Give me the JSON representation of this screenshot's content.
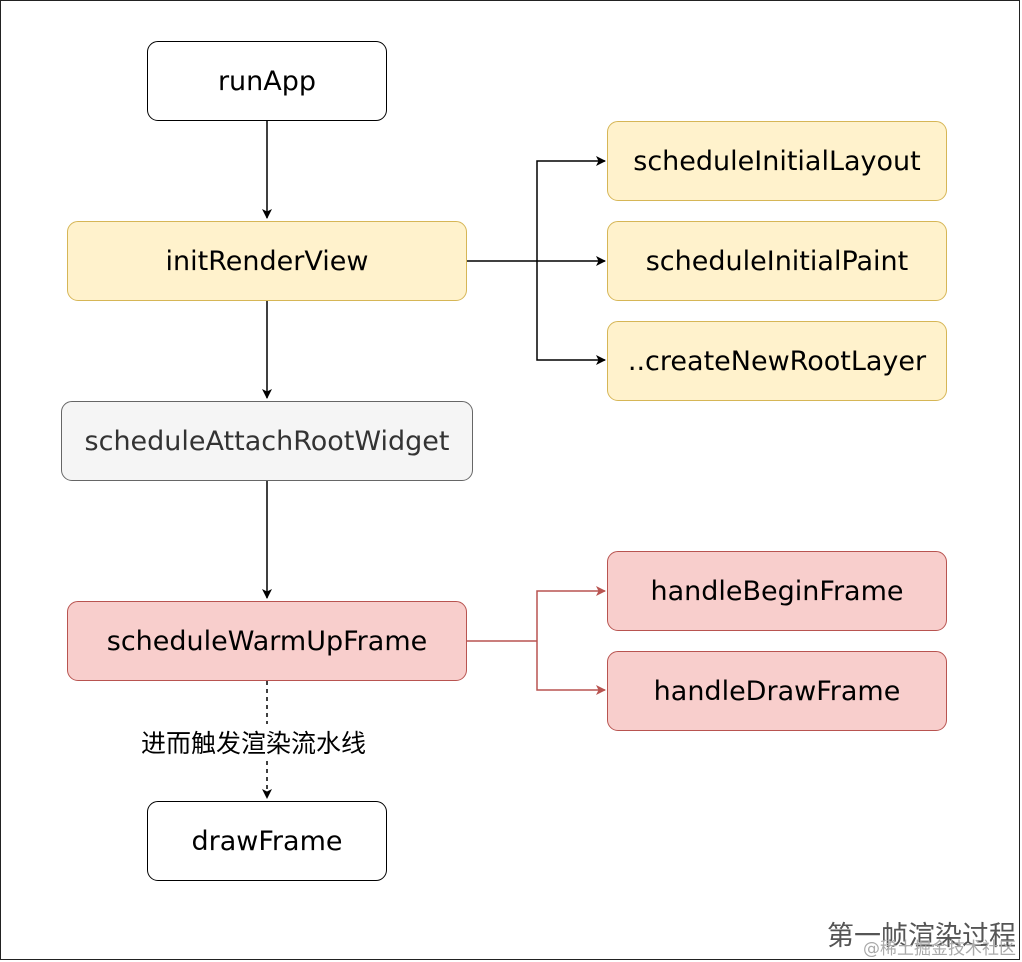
{
  "nodes": {
    "run_app": "runApp",
    "init_render_view": "initRenderView",
    "schedule_initial_layout": "scheduleInitialLayout",
    "schedule_initial_paint": "scheduleInitialPaint",
    "create_new_root_layer": "..createNewRootLayer",
    "schedule_attach_root_widget": "scheduleAttachRootWidget",
    "schedule_warm_up_frame": "scheduleWarmUpFrame",
    "handle_begin_frame": "handleBeginFrame",
    "handle_draw_frame": "handleDrawFrame",
    "draw_frame": "drawFrame"
  },
  "edge_label": "进而触发渲染流水线",
  "watermark": {
    "title": "第一帧渲染过程",
    "source": "@稀土掘金技术社区"
  },
  "colors": {
    "yellow_fill": "#fff2cc",
    "yellow_stroke": "#d6b656",
    "gray_fill": "#f5f5f5",
    "gray_stroke": "#666666",
    "red_fill": "#f8cecc",
    "red_stroke": "#b85450"
  }
}
